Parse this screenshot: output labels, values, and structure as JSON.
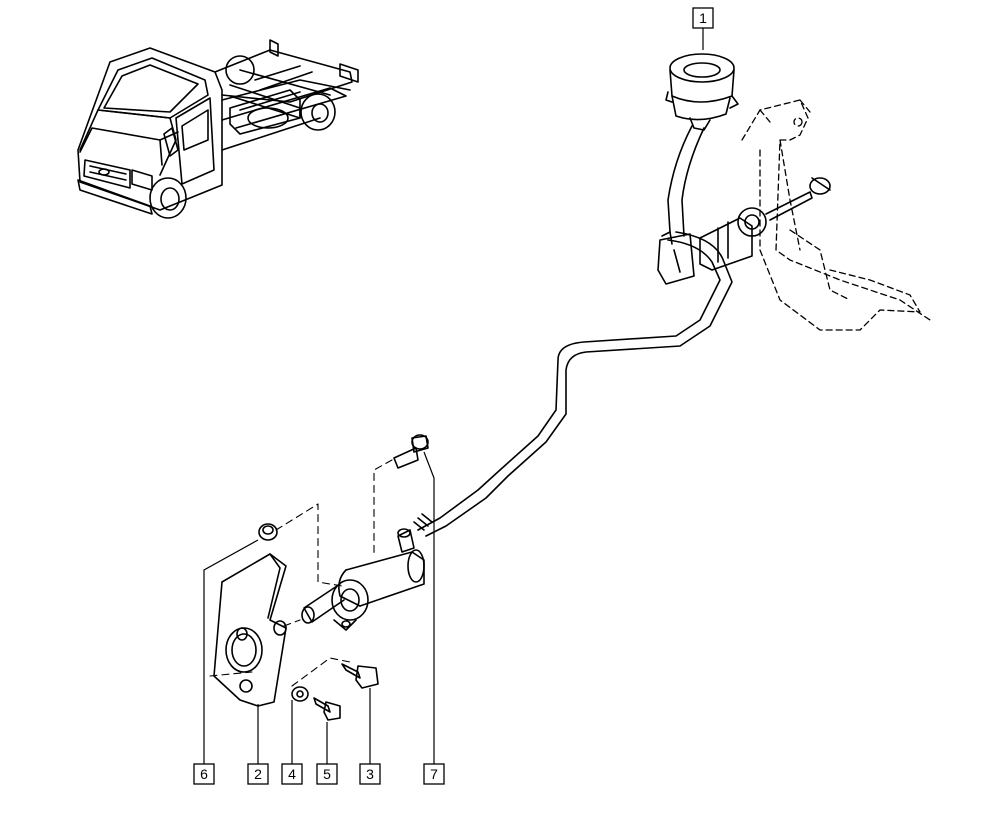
{
  "diagram": {
    "callouts": [
      {
        "id": "c1",
        "label": "1"
      },
      {
        "id": "c2",
        "label": "2"
      },
      {
        "id": "c3",
        "label": "3"
      },
      {
        "id": "c4",
        "label": "4"
      },
      {
        "id": "c5",
        "label": "5"
      },
      {
        "id": "c6",
        "label": "6"
      },
      {
        "id": "c7",
        "label": "7"
      }
    ],
    "parts": {
      "vehicle": "van-chassis-cab-illustration",
      "reservoir": "clutch-fluid-reservoir",
      "master_cylinder": "clutch-master-cylinder",
      "pedal": "clutch-pedal",
      "hydraulic_pipe": "clutch-hydraulic-pipe",
      "slave_cylinder": "clutch-slave-cylinder",
      "bracket": "slave-cylinder-bracket",
      "bolt_large": "bolt",
      "bolt_small": "bolt",
      "washer": "washer",
      "nut": "nut",
      "bleed_screw": "bleed-screw"
    },
    "colors": {
      "line": "#000000",
      "background": "#ffffff"
    }
  }
}
